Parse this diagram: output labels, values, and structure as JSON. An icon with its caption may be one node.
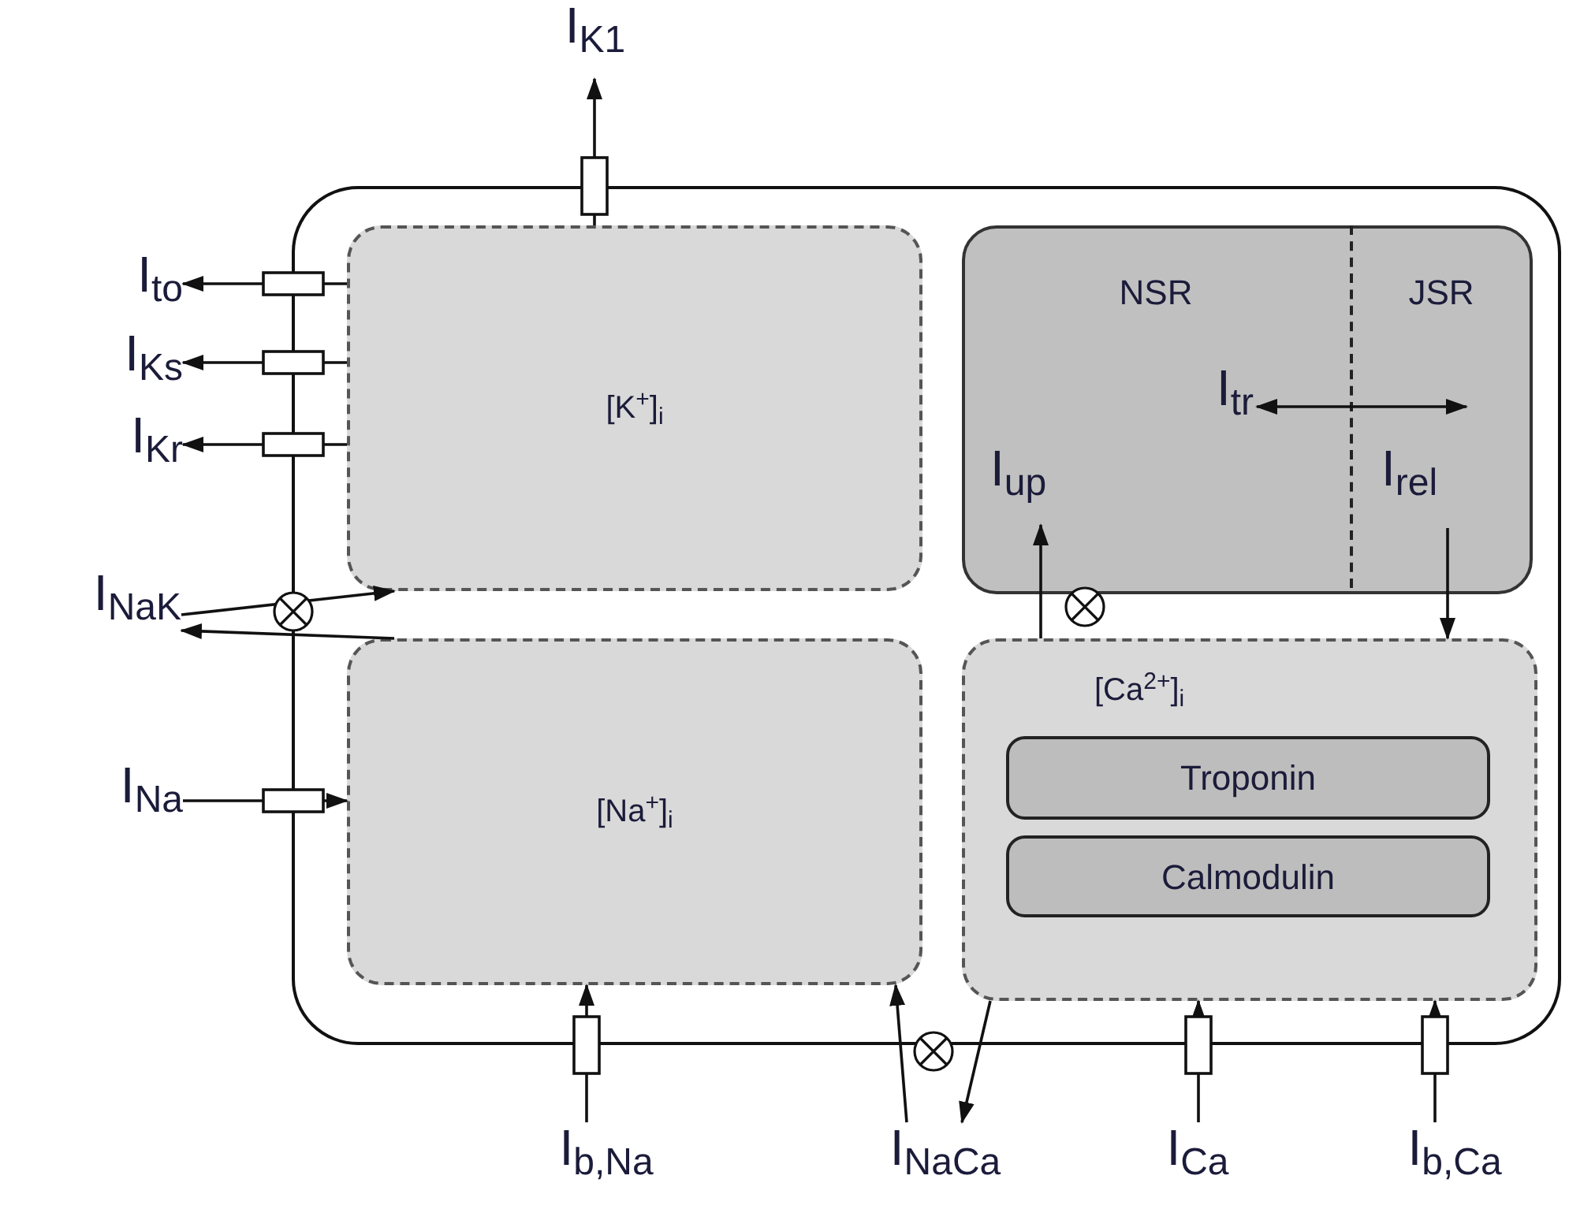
{
  "diagram": {
    "nodes": [
      {
        "text": [
          "I$_{K1}$"
        ]
      },
      {
        "text": [],
        "shape": "box"
      },
      {
        "text": [
          "I$_{to}$"
        ]
      },
      {
        "text": [
          "I$_{Ks}$"
        ]
      },
      {
        "text": [
          "I$_{Kr}$"
        ]
      },
      {
        "text": [
          "[K$^{+}$]$_{i}$"
        ],
        "in": 1
      },
      {
        "text": [],
        "shape": "box",
        "in": 1
      },
      {
        "text": [
          "NSR"
        ],
        "in": 6
      },
      {
        "text": [
          "JSR"
        ],
        "in": 6
      },
      {
        "text": [
          "I$_{tr}$"
        ],
        "in": 7
      },
      {
        "text": [
          "I$_{up}$"
        ],
        "in": 7
      },
      {
        "text": [
          "I$_{rel}$"
        ],
        "in": 8
      },
      {
        "text": [
          "I$_{NaK}$"
        ]
      },
      {
        "text": [
          "[Na$^{+}$]$_{i}$"
        ],
        "in": 1
      },
      {
        "text": [
          "[Ca$^{2+}$]$_{i}$"
        ],
        "in": 1
      },
      {
        "text": [
          "Troponin"
        ],
        "in": 14
      },
      {
        "text": [
          "Calmodulin"
        ],
        "in": 14
      },
      {
        "text": [
          "I$_{Na}$"
        ]
      },
      {
        "text": [
          "I$_{b,Na}$"
        ]
      },
      {
        "text": [
          "I$_{NaCa}$"
        ]
      },
      {
        "text": [
          "I$_{Ca}$"
        ]
      },
      {
        "text": [
          "I$_{b,Ca}$"
        ]
      }
    ],
    "edges": [
      {
        "from": 5,
        "to": 0,
        "arrow": "to"
      },
      {
        "from": 5,
        "to": 2,
        "arrow": "to"
      },
      {
        "from": 5,
        "to": 3,
        "arrow": "to"
      },
      {
        "from": 5,
        "to": 4,
        "arrow": "to"
      },
      {
        "from": 12,
        "to": 5,
        "arrow": "to"
      },
      {
        "from": 13,
        "to": 12,
        "arrow": "to"
      },
      {
        "from": 17,
        "to": 13,
        "arrow": "to"
      },
      {
        "from": 18,
        "to": 13,
        "arrow": "to"
      },
      {
        "from": 19,
        "to": 13,
        "arrow": "to"
      },
      {
        "from": 14,
        "to": 19,
        "arrow": "to"
      },
      {
        "from": 20,
        "to": 14,
        "arrow": "to"
      },
      {
        "from": 21,
        "to": 14,
        "arrow": "to"
      },
      {
        "from": 14,
        "to": 10,
        "arrow": "to"
      },
      {
        "from": 11,
        "to": 14,
        "arrow": "to"
      },
      {
        "from": 9,
        "to": 8,
        "arrow": "both"
      }
    ]
  }
}
